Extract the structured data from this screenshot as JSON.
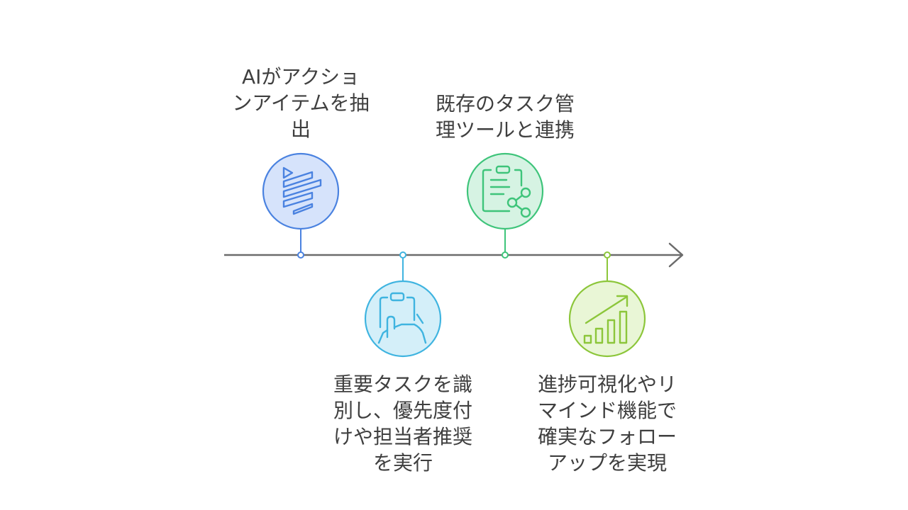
{
  "milestones": [
    {
      "lines": [
        "AIがアクショ",
        "ンアイテムを抽",
        "出"
      ],
      "icon": "ai-sparkle-icon",
      "color": "#4a82e0",
      "fill": "#d6e3fb"
    },
    {
      "lines": [
        "重要タスクを識",
        "別し、優先度付",
        "けや担当者推奨",
        "を実行"
      ],
      "icon": "clipboard-touch-icon",
      "color": "#3fb4e0",
      "fill": "#d4eff9"
    },
    {
      "lines": [
        "既存のタスク管",
        "理ツールと連携"
      ],
      "icon": "clipboard-share-icon",
      "color": "#3ec47a",
      "fill": "#d6f3e3"
    },
    {
      "lines": [
        "進捗可視化やリ",
        "マインド機能で",
        "確実なフォロー",
        "アップを実現"
      ],
      "icon": "growth-chart-icon",
      "color": "#8cc63a",
      "fill": "#e9f6d6"
    }
  ]
}
